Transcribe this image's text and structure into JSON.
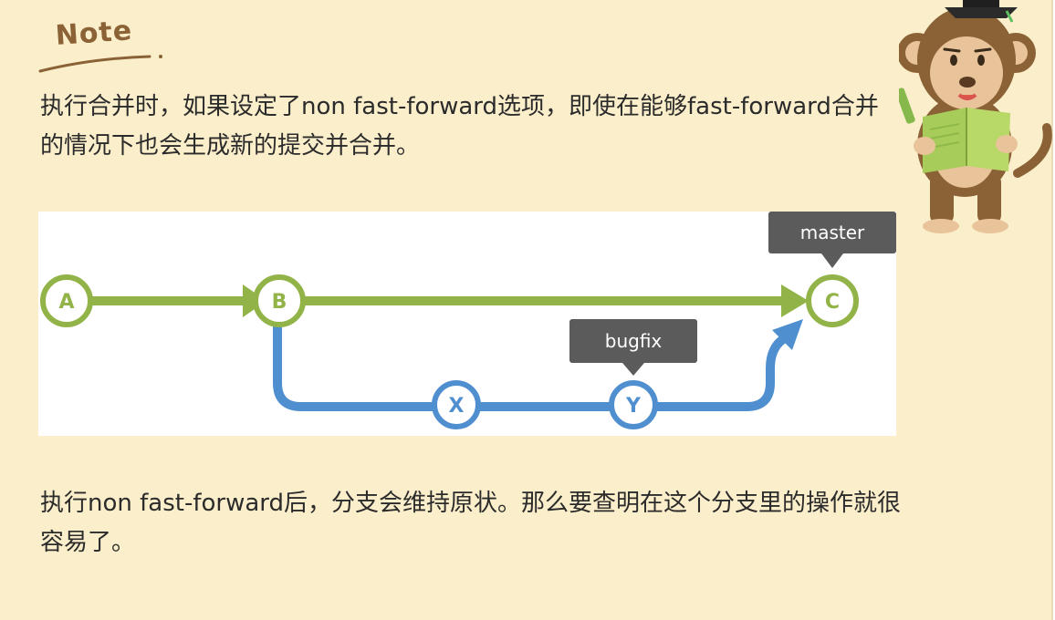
{
  "note": {
    "heading": "Note",
    "paragraph_1": "执行合并时，如果设定了non fast-forward选项，即使在能够fast-forward合并的情况下也会生成新的提交并合并。",
    "paragraph_2": "执行non fast-forward后，分支会维持原状。那么要查明在这个分支里的操作就很容易了。"
  },
  "diagram": {
    "commits": {
      "a": "A",
      "b": "B",
      "c": "C",
      "x": "X",
      "y": "Y"
    },
    "branch_tags": {
      "master": "master",
      "bugfix": "bugfix"
    },
    "colors": {
      "main_line": "#92b347",
      "branch_line": "#4f8fd0",
      "tag_bg": "#5b5b5b",
      "background": "#fbeecb"
    }
  }
}
